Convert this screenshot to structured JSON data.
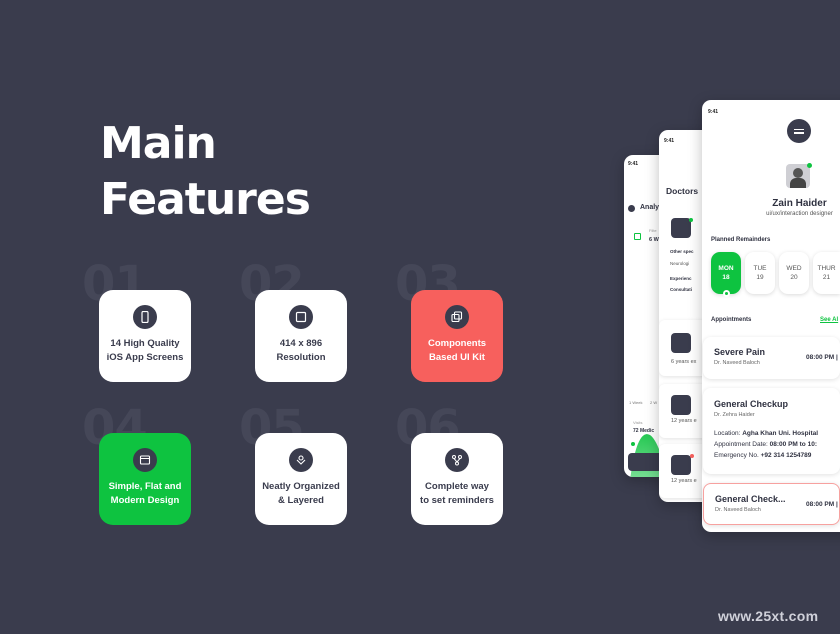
{
  "title": {
    "line1": "Main",
    "line2": "Features"
  },
  "features": [
    {
      "num": "01",
      "label1": "14 High Quality",
      "label2": "iOS App Screens",
      "icon": "phone-icon"
    },
    {
      "num": "02",
      "label1": "414 x 896",
      "label2": "Resolution",
      "icon": "frame-icon"
    },
    {
      "num": "03",
      "label1": "Components",
      "label2": "Based UI Kit",
      "icon": "copy-icon"
    },
    {
      "num": "04",
      "label1": "Simple, Flat and",
      "label2": "Modern Design",
      "icon": "browser-icon"
    },
    {
      "num": "05",
      "label1": "Neatly Organized",
      "label2": "& Layered",
      "icon": "layers-icon"
    },
    {
      "num": "06",
      "label1": "Complete way",
      "label2": "to set reminders",
      "icon": "flow-icon"
    }
  ],
  "phone_back": {
    "time": "9:41",
    "header": "Analy",
    "stat_small": "Filte",
    "stat_value": "6 W",
    "legend_a": "1 Week",
    "legend_b": "2 W",
    "visits_label": "Visits",
    "visits_value": "72 Medic"
  },
  "phone_mid": {
    "time": "9:41",
    "title": "Doctors",
    "other_spec": "Other spec",
    "neuro": "Neurologi",
    "experience": "Experienc",
    "consult": "Consultati",
    "years": [
      "6 years ex",
      "12 years e",
      "12 years e"
    ]
  },
  "phone_front": {
    "time": "9:41",
    "name": "Zain Haider",
    "role": "ui/ux/interaction designer",
    "planned": "Planned Remainders",
    "days": [
      {
        "d": "MON",
        "n": "18"
      },
      {
        "d": "TUE",
        "n": "19"
      },
      {
        "d": "WED",
        "n": "20"
      },
      {
        "d": "THUR",
        "n": "21"
      }
    ],
    "appointments_label": "Appointments",
    "see_all": "See Al",
    "appts": [
      {
        "title": "Severe Pain",
        "doctor": "Dr. Naveed Baloch",
        "time": "08:00 PM |"
      },
      {
        "title": "General Checkup",
        "doctor": "Dr. Zehra Haider",
        "loc_label": "Location:",
        "loc": "Agha Khan Uni. Hospital",
        "date_label": "Appointment Date:",
        "date": "08:00 PM to 10:",
        "em_label": "Emergency No.",
        "em": "+92 314 1254789"
      },
      {
        "title": "General Check...",
        "doctor": "Dr. Naveed Baloch",
        "time": "08:00 PM |"
      }
    ]
  },
  "watermark": "www.25xt.com",
  "colors": {
    "bg": "#3a3c4d",
    "red": "#f7605d",
    "green": "#0ec340"
  }
}
